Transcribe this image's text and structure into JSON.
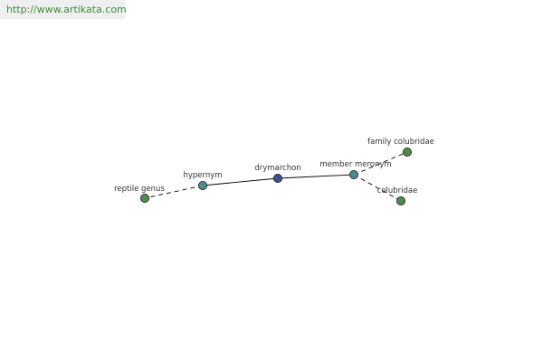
{
  "watermark": {
    "text": "http://www.artikata.com"
  },
  "graph": {
    "nodes": [
      {
        "id": "reptile-genus",
        "label": "reptile genus",
        "kind": "leaf"
      },
      {
        "id": "hypernym",
        "label": "hypernym",
        "kind": "relation"
      },
      {
        "id": "drymarchon",
        "label": "drymarchon",
        "kind": "center"
      },
      {
        "id": "member-meronym",
        "label": "member meronym",
        "kind": "relation"
      },
      {
        "id": "family-colubridae",
        "label": "family colubridae",
        "kind": "leaf"
      },
      {
        "id": "colubridae",
        "label": "colubridae",
        "kind": "leaf"
      }
    ],
    "edges": [
      {
        "from": "hypernym",
        "to": "reptile-genus",
        "style": "dashed"
      },
      {
        "from": "drymarchon",
        "to": "hypernym",
        "style": "solid"
      },
      {
        "from": "drymarchon",
        "to": "member-meronym",
        "style": "solid"
      },
      {
        "from": "member-meronym",
        "to": "family-colubridae",
        "style": "dashed"
      },
      {
        "from": "member-meronym",
        "to": "colubridae",
        "style": "dashed"
      }
    ],
    "colors": {
      "center": "#3a4f8c",
      "relation": "#4f8a8a",
      "leaf": "#4e8a4e",
      "edge": "#000000"
    }
  }
}
